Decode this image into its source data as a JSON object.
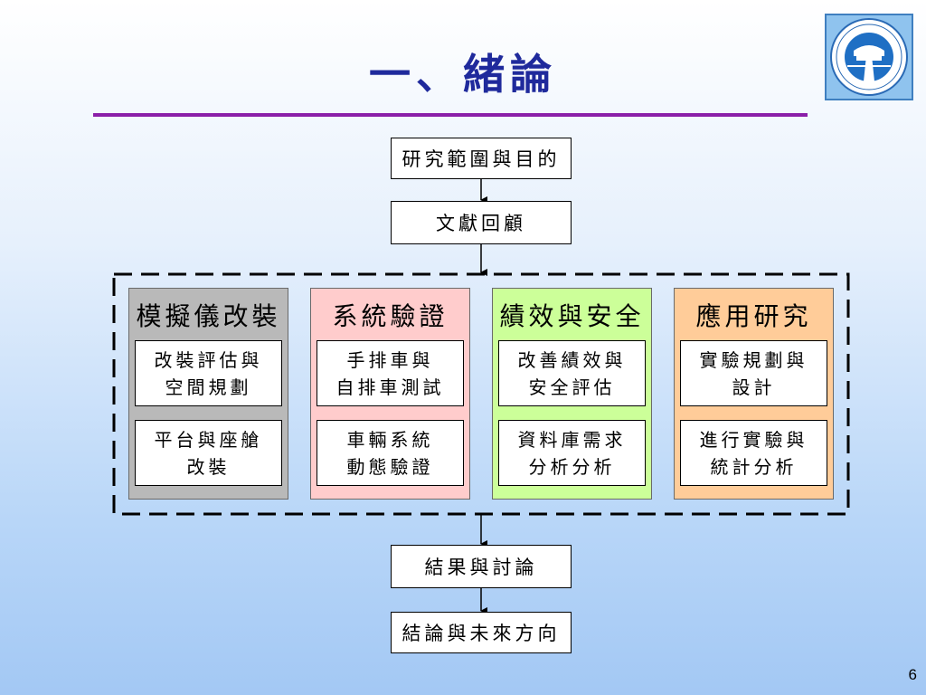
{
  "title": "一、緒論",
  "page_number": "6",
  "colors": {
    "title": "#1f2a9c",
    "title_rule": "#8b1fa9"
  },
  "flow": {
    "scope": "研究範圍與目的",
    "literature": "文獻回顧",
    "results": "結果與討論",
    "conclusion": "結論與未來方向"
  },
  "columns": [
    {
      "header": "模擬儀改裝",
      "fill": "#b9b9b9",
      "items": [
        {
          "lines": [
            "改裝評估與",
            "空間規劃"
          ]
        },
        {
          "lines": [
            "平台與座艙",
            "改裝"
          ]
        }
      ]
    },
    {
      "header": "系統驗證",
      "fill": "#ffcccc",
      "items": [
        {
          "lines": [
            "手排車與",
            "自排車測試"
          ]
        },
        {
          "lines": [
            "車輛系統",
            "動態驗證"
          ]
        }
      ]
    },
    {
      "header": "績效與安全",
      "fill": "#ccff99",
      "items": [
        {
          "lines": [
            "改善績效與",
            "安全評估"
          ]
        },
        {
          "lines": [
            "資料庫需求",
            "分析分析"
          ]
        }
      ]
    },
    {
      "header": "應用研究",
      "fill": "#ffcc99",
      "items": [
        {
          "lines": [
            "實驗規劃與",
            "設計"
          ]
        },
        {
          "lines": [
            "進行實驗與",
            "統計分析"
          ]
        }
      ]
    }
  ]
}
